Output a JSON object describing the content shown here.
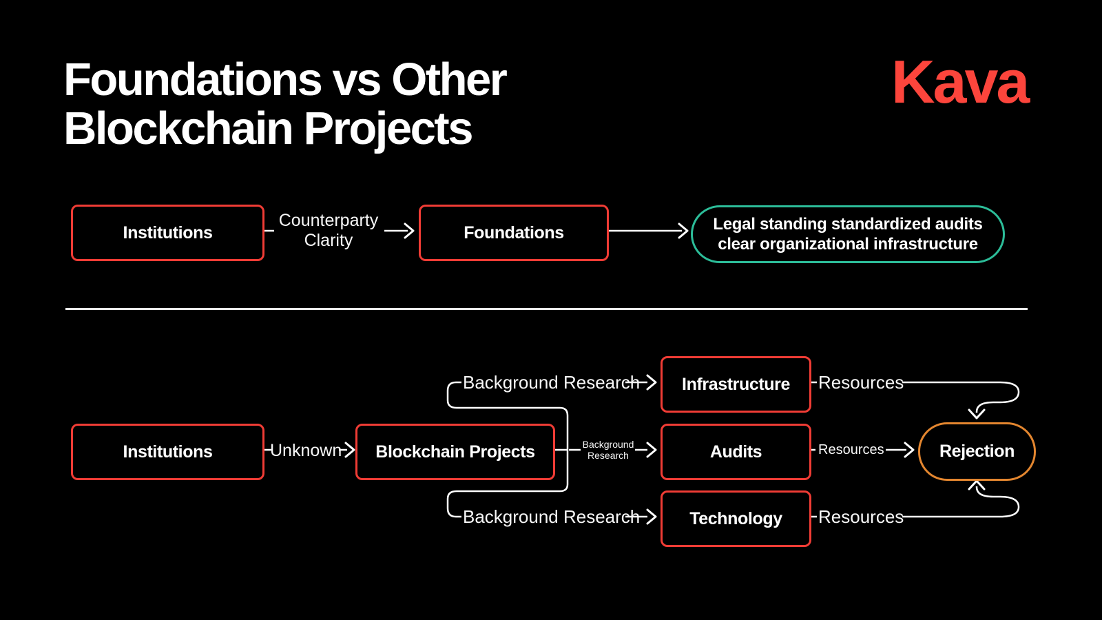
{
  "colors": {
    "background": "#000000",
    "node_border_red": "#F03C35",
    "outcome_border_teal": "#2CBD99",
    "rejection_border_orange": "#E3862F",
    "logo_red": "#FC453C",
    "wire_white": "#FFFFFF"
  },
  "header": {
    "title_line1": "Foundations vs Other",
    "title_line2": "Blockchain Projects",
    "logo_text": "Kava"
  },
  "top_flow": {
    "institutions": "Institutions",
    "edge_label": "Counterparty Clarity",
    "foundations": "Foundations",
    "outcome_line1": "Legal standing standardized audits",
    "outcome_line2": "clear organizational infrastructure"
  },
  "bottom_flow": {
    "institutions": "Institutions",
    "edge_label": "Unknown",
    "blockchain_projects": "Blockchain Projects",
    "branch_top_label": "Background Research",
    "branch_mid_label": "Background Research",
    "branch_bottom_label": "Background Research",
    "infrastructure": "Infrastructure",
    "audits": "Audits",
    "technology": "Technology",
    "resources_top": "Resources",
    "resources_mid": "Resources",
    "resources_bottom": "Resources",
    "rejection": "Rejection"
  }
}
